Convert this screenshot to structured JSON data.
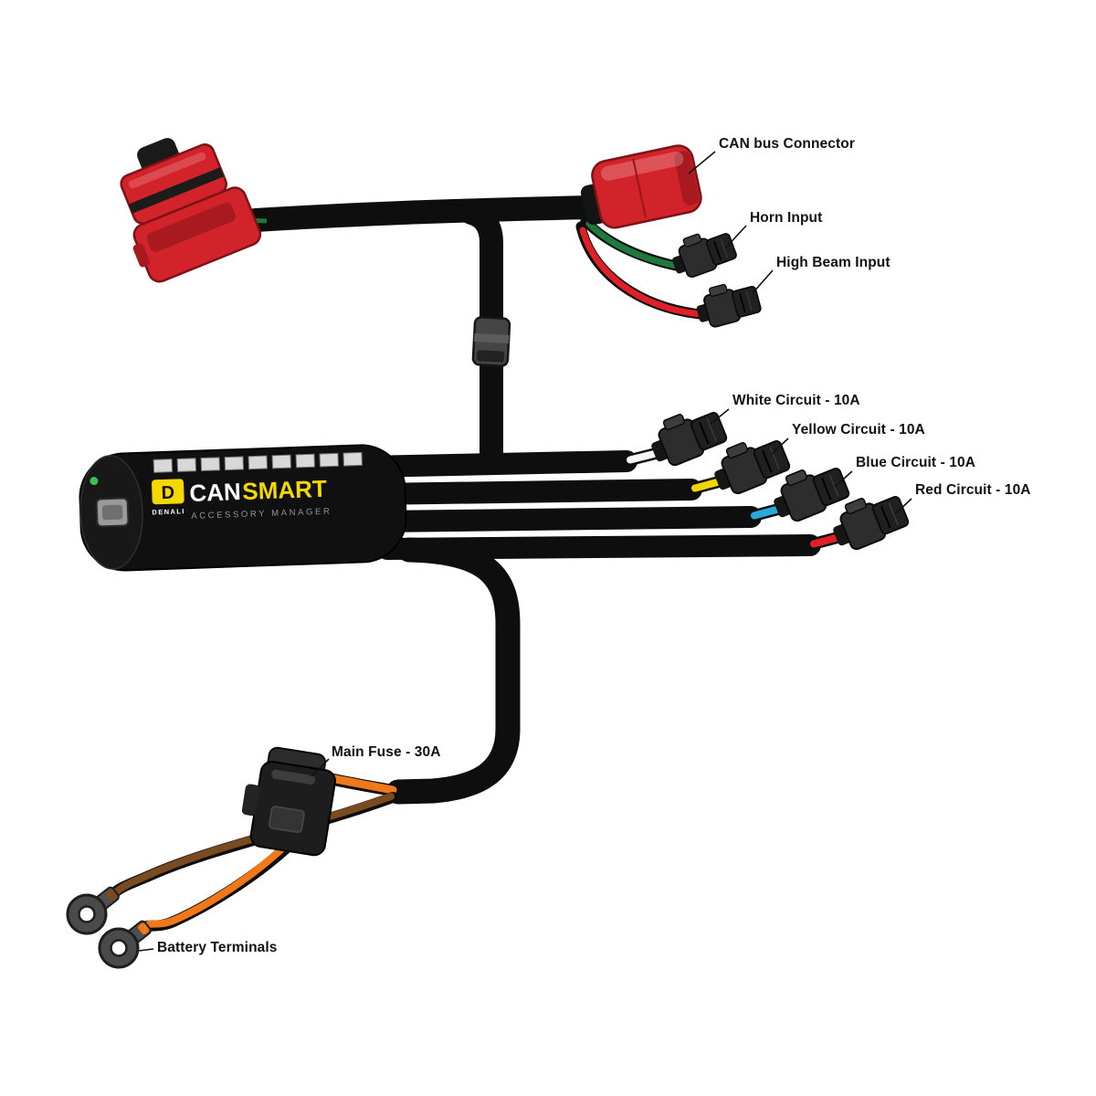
{
  "labels": {
    "can_bus": "CAN bus Connector",
    "horn": "Horn Input",
    "high_beam": "High Beam Input",
    "white_circuit": "White Circuit - 10A",
    "yellow_circuit": "Yellow Circuit - 10A",
    "blue_circuit": "Blue Circuit - 10A",
    "red_circuit": "Red Circuit - 10A",
    "main_fuse": "Main Fuse - 30A",
    "battery_terminals": "Battery Terminals"
  },
  "device": {
    "logo_letter": "D",
    "brand": "DENALI",
    "name_part1": "CAN",
    "name_part2": "SMART",
    "subtitle": "ACCESSORY MANAGER"
  },
  "colors": {
    "cable_black": "#0e0e0e",
    "connector_red": "#d2232a",
    "connector_red_dark": "#a81a20",
    "wire_green": "#1e7a3c",
    "wire_red": "#e01f26",
    "wire_white": "#f5f5f5",
    "wire_yellow": "#f0d500",
    "wire_blue": "#29a8dc",
    "wire_brown": "#7a4a20",
    "wire_orange": "#f07818",
    "accent_yellow": "#f5d800",
    "label_text": "#111111"
  }
}
